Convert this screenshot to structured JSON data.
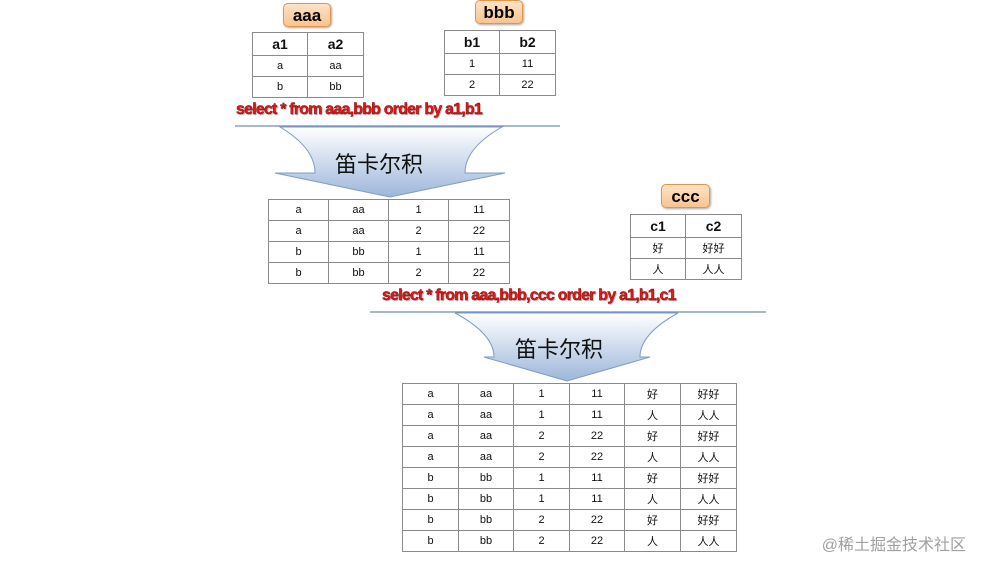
{
  "tables": {
    "aaa": {
      "name": "aaa",
      "columns": [
        "a1",
        "a2"
      ],
      "rows": [
        [
          "a",
          "aa"
        ],
        [
          "b",
          "bb"
        ]
      ]
    },
    "bbb": {
      "name": "bbb",
      "columns": [
        "b1",
        "b2"
      ],
      "rows": [
        [
          "1",
          "11"
        ],
        [
          "2",
          "22"
        ]
      ]
    },
    "ccc": {
      "name": "ccc",
      "columns": [
        "c1",
        "c2"
      ],
      "rows": [
        [
          "好",
          "好好"
        ],
        [
          "人",
          "人人"
        ]
      ]
    }
  },
  "query1": "select * from aaa,bbb order by a1,b1",
  "arrow1_label": "笛卡尔积",
  "result1": [
    [
      "a",
      "aa",
      "1",
      "11"
    ],
    [
      "a",
      "aa",
      "2",
      "22"
    ],
    [
      "b",
      "bb",
      "1",
      "11"
    ],
    [
      "b",
      "bb",
      "2",
      "22"
    ]
  ],
  "query2": "select * from aaa,bbb,ccc order by a1,b1,c1",
  "arrow2_label": "笛卡尔积",
  "result2": [
    [
      "a",
      "aa",
      "1",
      "11",
      "好",
      "好好"
    ],
    [
      "a",
      "aa",
      "1",
      "11",
      "人",
      "人人"
    ],
    [
      "a",
      "aa",
      "2",
      "22",
      "好",
      "好好"
    ],
    [
      "a",
      "aa",
      "2",
      "22",
      "人",
      "人人"
    ],
    [
      "b",
      "bb",
      "1",
      "11",
      "好",
      "好好"
    ],
    [
      "b",
      "bb",
      "1",
      "11",
      "人",
      "人人"
    ],
    [
      "b",
      "bb",
      "2",
      "22",
      "好",
      "好好"
    ],
    [
      "b",
      "bb",
      "2",
      "22",
      "人",
      "人人"
    ]
  ],
  "watermark": "@稀土掘金技术社区",
  "colors": {
    "sql_text": "#e01818",
    "badge_fill": "#f9c48e",
    "arrow_fill": "#a4bcdc",
    "arrow_edge": "#6c8ebf"
  }
}
